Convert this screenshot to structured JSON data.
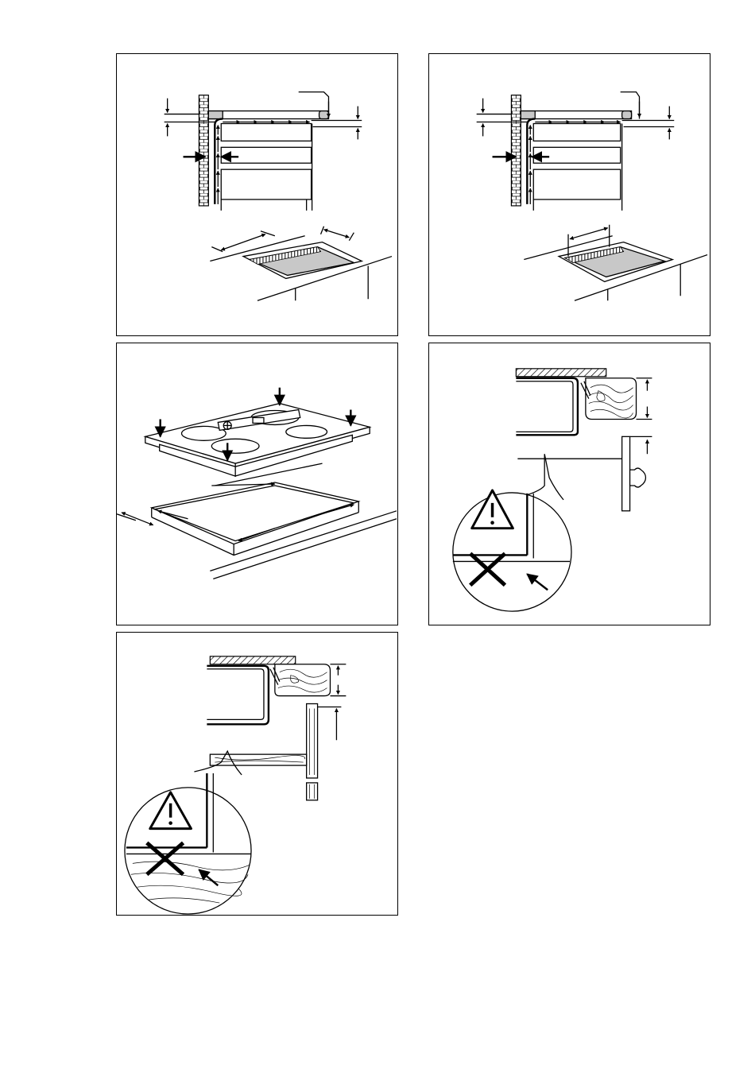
{
  "figures": [
    {
      "id": "ventilation-cabinet-with-drawer"
    },
    {
      "id": "ventilation-cabinet-with-shelf"
    },
    {
      "id": "hob-insertion"
    },
    {
      "id": "cabinet-door-protection"
    },
    {
      "id": "shelf-protection"
    }
  ]
}
